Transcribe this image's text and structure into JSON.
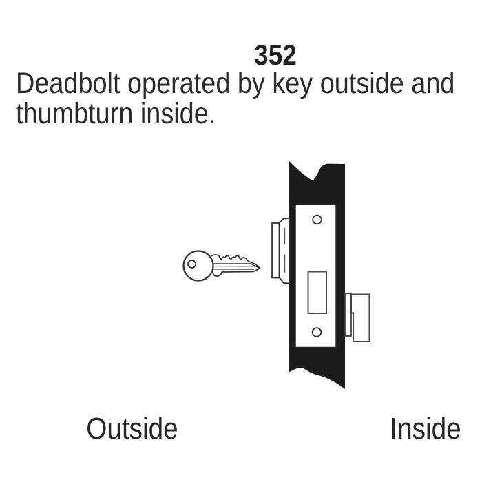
{
  "page": {
    "background": "#ffffff",
    "text_color": "#2a2a2a"
  },
  "header": {
    "model_number": "352",
    "description": "Deadbolt operated by key outside and\nthumbturn inside."
  },
  "labels": {
    "outside": "Outside",
    "inside": "Inside"
  },
  "diagram": {
    "door_fill": "#1b1b1b",
    "line_color": "#333333",
    "parts": {
      "key": "key-illustration",
      "cylinder": "key-cylinder",
      "door": "door-cross-section",
      "faceplate": "mortise-faceplate",
      "deadbolt": "deadbolt-aperture",
      "screws": "faceplate-screws",
      "thumbturn": "thumbturn"
    }
  }
}
